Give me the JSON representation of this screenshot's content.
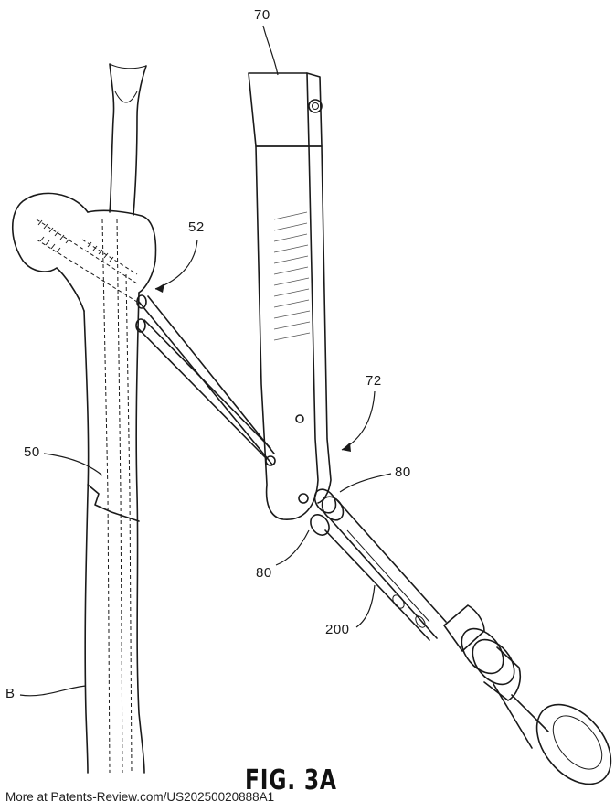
{
  "figure": {
    "title": "FIG. 3A",
    "footer": "More at Patents-Review.com/US20250020888A1"
  },
  "labels": {
    "ref_70": "70",
    "ref_52": "52",
    "ref_72": "72",
    "ref_50": "50",
    "ref_80_upper": "80",
    "ref_80_lower": "80",
    "ref_200": "200",
    "ref_b": "B"
  }
}
